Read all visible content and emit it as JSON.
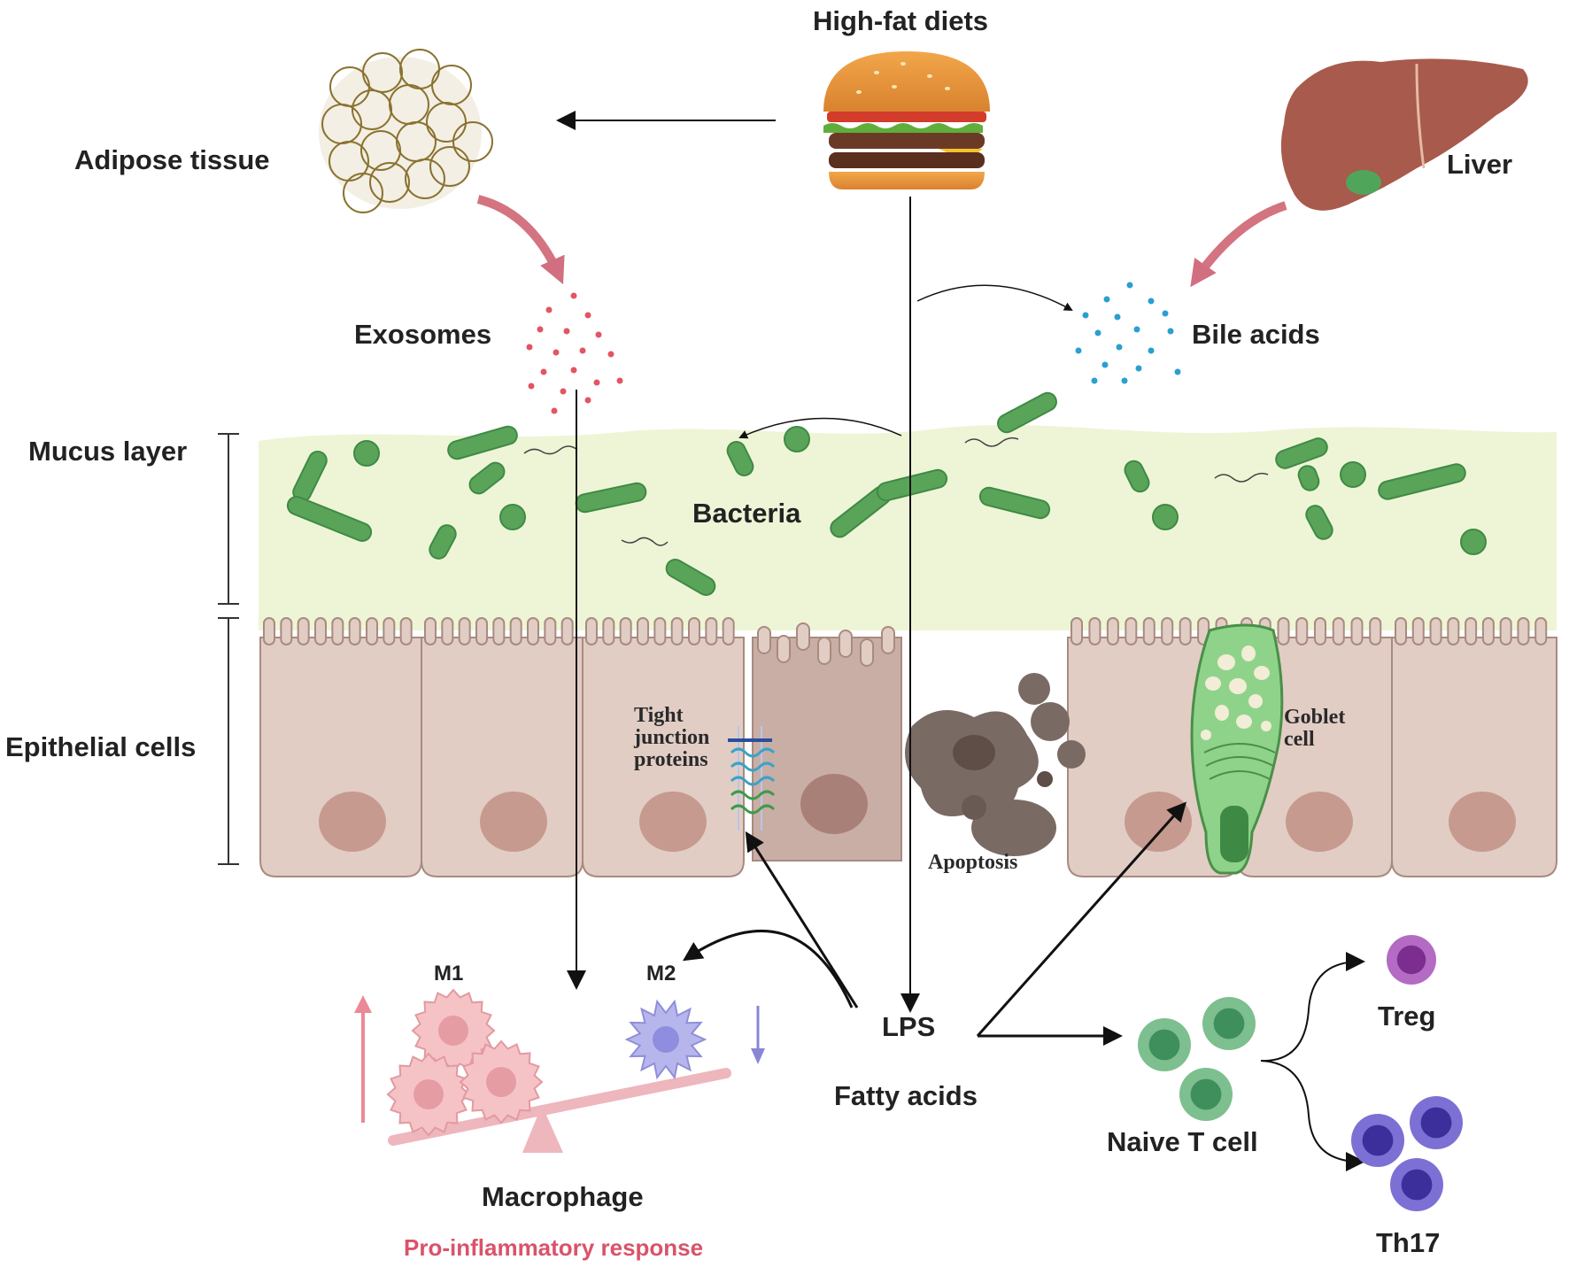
{
  "labels": {
    "high_fat_diets": "High-fat diets",
    "adipose_tissue": "Adipose tissue",
    "liver": "Liver",
    "exosomes": "Exosomes",
    "bile_acids": "Bile acids",
    "mucus_layer": "Mucus layer",
    "bacteria": "Bacteria",
    "epithelial_cells": "Epithelial cells",
    "tight_junction_proteins": [
      "Tight",
      "junction",
      "proteins"
    ],
    "goblet_cell": [
      "Goblet",
      "cell"
    ],
    "apoptosis": "Apoptosis",
    "m1": "M1",
    "m2": "M2",
    "lps": "LPS",
    "fatty_acids": "Fatty acids",
    "macrophage": "Macrophage",
    "pro_inflammatory_response": "Pro-inflammatory response",
    "naive_t_cell": "Naive T cell",
    "treg": "Treg",
    "th17": "Th17"
  },
  "colors": {
    "mucus": "#eef5d6",
    "bacteria": "#5aa45a",
    "epithelium": "#e2cdc4",
    "nucleus": "#c79a8f",
    "exosome": "#e25563",
    "bile_dot": "#2a9fd0",
    "red_arrow": "#cc5c6b",
    "m1_cell": "#f5c3c6",
    "m2_cell": "#b7b6ec",
    "naive_t": "#6fae82",
    "treg": "#a556b6",
    "th17": "#6a5cc4",
    "goblet": "#5aa45a",
    "apoptosis": "#7a6a64",
    "pro_inflammatory_text": "#d9536a"
  }
}
